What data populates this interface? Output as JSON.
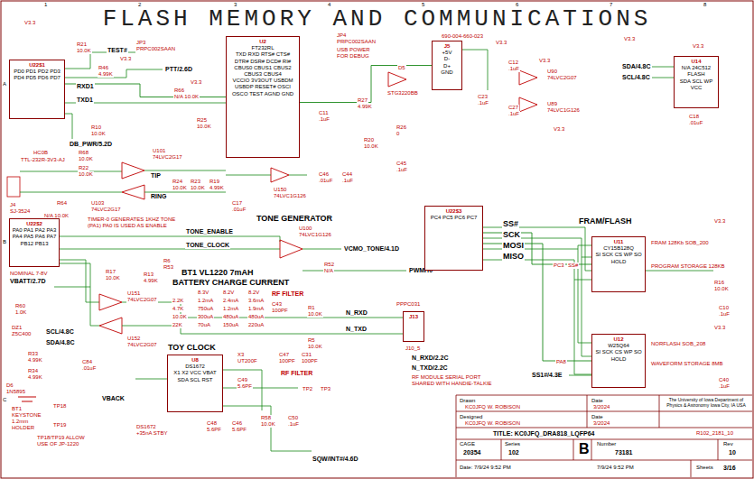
{
  "diagram": {
    "title": "FLASH MEMORY AND COMMUNICATIONS",
    "nodes": [
      {
        "text": [
          "U2",
          "FT232RL",
          "TXD RXD RTS# CTS# DTR# DSR# DCD# RI#",
          "CBUS0 CBUS1 CBUS2 CBUS3 CBUS4",
          "VCCIO 3V3OUT USBDM USBDP RESET# OSCI OSCO TEST AGND GND"
        ]
      },
      {
        "text": [
          "J5",
          "+5V",
          "D-",
          "D+",
          "GND"
        ]
      },
      {
        "text": [
          "U11",
          "CY15B128Q",
          "SI SCK CS WP SO HOLD"
        ]
      },
      {
        "text": [
          "U12",
          "W25Q64",
          "SI SCK CS WP SO HOLD"
        ]
      },
      {
        "text": [
          "U14",
          "N/A 24C512",
          "FLASH",
          "SDA SCL WP VCC"
        ]
      },
      {
        "text": [
          "U8",
          "DS1672",
          "X1 X2 VCC VBAT SDA SCL RST"
        ]
      },
      {
        "text": [
          "U22$3",
          "PC4 PC5 PC6 PC7"
        ]
      },
      {
        "text": [
          "U22$1",
          "PD0 PD1 PD2 PD3 PD4 PD5 PD6 PD7"
        ]
      },
      {
        "text": [
          "J13"
        ]
      },
      {
        "text": [
          "U22$2",
          "PA0 PA1 PA2 PA3 PA4 PA5 PA6 PA7 PB12 PB13"
        ]
      }
    ],
    "edges": [
      {
        "from": 7,
        "to": 0,
        "arrow": "none"
      },
      {
        "from": 0,
        "to": 1,
        "arrow": "none"
      },
      {
        "from": 6,
        "to": 2,
        "arrow": "none"
      },
      {
        "from": 6,
        "to": 3,
        "arrow": "none"
      }
    ],
    "labels": [
      "1",
      "2",
      "3",
      "4",
      "5",
      "6",
      "7",
      "8",
      "A",
      "B",
      "C",
      "V3.3",
      "R21",
      "10.0K",
      "TEST#",
      "JP3",
      "PRPC002SAAN",
      "R46",
      "4.99K",
      "PTT/2.6D",
      "RXD1",
      "TXD1",
      "R66",
      "N/A 10.0K",
      "R25",
      "10.0K",
      "R10",
      "10.0K",
      "DB_PWR/5.2D",
      "R68",
      "10.0K",
      "U101",
      "74LVC2G17",
      "HC0B",
      "TTL-232R-3V3-AJ",
      "R22",
      "10.0K",
      "TIP",
      "RING",
      "U103",
      "74LVC2G17",
      "J4",
      "SJ-3524",
      "R64",
      "N/A 10.0K",
      "R24",
      "10.0K",
      "R23",
      "10.0K",
      "R19",
      "4.99K",
      "C17",
      ".01uF",
      "U150",
      "74LVC1G126",
      "TONE GENERATOR",
      "TIMER-0 GENERATES 1KHZ TONE (PA1) PA0 IS USED AS ENABLE",
      "TONE_ENABLE",
      "TONE_CLOCK",
      "U100",
      "74LVC1G126",
      "VCMO_TONE/4.1D",
      "R6",
      "R53",
      "R52",
      "N/A",
      "PWMH0",
      "R17",
      "10.0K",
      "R13",
      "4.99K",
      "U151",
      "74LVC2G07",
      "U152",
      "74LVC2G07",
      "RF FILTER",
      "C43",
      "100PF",
      "R1",
      "10.0K",
      "R5",
      "10.0K",
      "N_RXD",
      "N_TXD",
      "PPPC031",
      "J10_5",
      "N_RXD/2.2C",
      "N_TXD/2.2C",
      "RF MODULE SERIAL PORT SHARED WITH HANDIE-TALKIE",
      "C47",
      "100PF",
      "C31",
      "100PF",
      "RF FILTER",
      "NOMINAL 7-8V",
      "VBATT/2.7D",
      "R60",
      "1.0K",
      "DZ1",
      "Z5C400",
      "SCL/4.8C",
      "SDA/4.8C",
      "R33",
      "4.99K",
      "R34",
      "4.99K",
      "D6",
      "1N5895",
      "C84",
      ".01uF",
      "BT1",
      "KEYSTONE 1.2mm HOLDER",
      "TP18",
      "TP19",
      "TP18/TP19 ALLOW USE OF JP-1220",
      "VBACK",
      "TOY CLOCK",
      "BT1 VL1220 7mAH",
      "BATTERY CHARGE CURRENT",
      "8.3V",
      "8.2V",
      "8.2V",
      "2.2K",
      "1.2mA",
      "2.4mA",
      "3.6mA",
      "4.7K",
      "750uA",
      "1.2mA",
      "1.9mA",
      "10.0K",
      "300uA",
      "480uA",
      "480uA",
      "22K",
      "70uA",
      "150uA",
      "220uA",
      "X3",
      "UT200F",
      "C49",
      "5.6PF",
      "C48",
      "5.6PF",
      "C46",
      "5.6PF",
      "R58",
      "10.0K",
      "C50",
      ".1uF",
      "TP2",
      "TP3",
      "SQW/INT#/4.6D",
      "DS1672",
      "+35nA STBY",
      "FRAM/FLASH",
      "SS#",
      "SCK",
      "MOSI",
      "MISO",
      "PC3",
      "SS#",
      "FRAM 128Kb SOB_200",
      "PROGRAM STORAGE 128KB",
      "R16",
      "10.0K",
      "C10",
      ".1uF",
      "NORFLASH SOB_208",
      "WAVEFORM STORAGE 8MB",
      "C40",
      ".1uF",
      "PA8",
      "SS1#/4.3E",
      "C11",
      ".1uF",
      "R27",
      "4.99K",
      "R26",
      "0",
      "R20",
      "10.0K",
      "C46",
      ".01uF",
      "C44",
      ".1uF",
      "C45",
      ".1uF",
      "V3.3",
      "V3.3",
      "V3.3",
      "V3.3",
      "V3.3",
      "V3.3",
      "V3.3",
      "V3.3",
      "V3.3",
      "JP4",
      "PRPC002SAAN",
      "USB POWER FOR DEBUG",
      "D5",
      "STG3220BB",
      "690-004-660-023",
      "C23",
      ".1uF",
      "C12",
      ".1uF",
      "U90",
      "74LVC2G07",
      "C27",
      ".1uF",
      "U89",
      "74LVC1G126",
      "SDA/4.8C",
      "SCL/4.8C",
      "C18",
      ".01uF",
      "Drawn",
      "KC0JFQ W. ROBISON",
      "Date",
      "3/2024",
      "Designed",
      "KC0JFQ W. ROBISON",
      "Date",
      "3/2024",
      "The University of Iowa Department of Physics & Astronomy Iowa City, IA USA",
      "TITLE: KC0JFQ_DRA818_LQFP64",
      "R102_2181_10",
      "CAGE",
      "20354",
      "Series",
      "102",
      "B",
      "Number",
      "73181",
      "Rev",
      "10",
      "Date: 7/9/24 9:52 PM",
      "7/9/24 9:52 PM",
      "Sheets",
      "3/16"
    ]
  }
}
